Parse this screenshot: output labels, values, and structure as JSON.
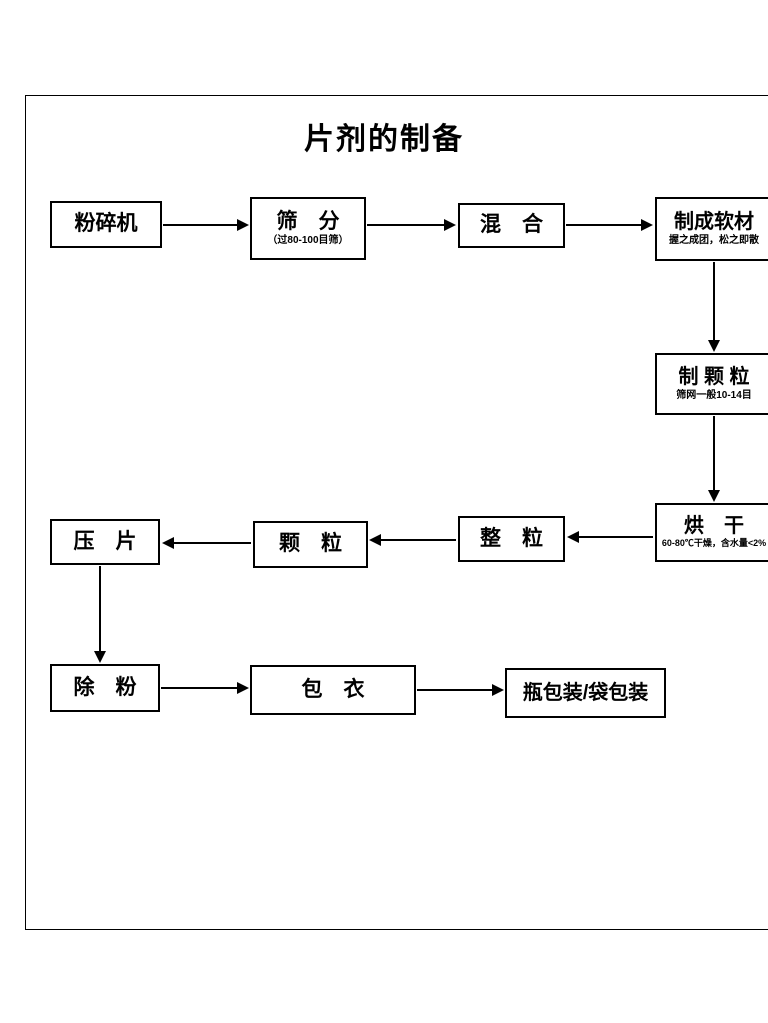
{
  "page": {
    "title": "片剂的制备"
  },
  "colors": {
    "line": "#000000",
    "background": "#ffffff",
    "text": "#000000"
  },
  "nodes": {
    "crusher": {
      "label": "粉碎机"
    },
    "sieving": {
      "label": "筛　分",
      "sub": "（过80-100目筛）"
    },
    "mixing": {
      "label": "混　合"
    },
    "soft_material": {
      "label": "制成软材",
      "sub": "握之成团，松之即散"
    },
    "granulation": {
      "label": "制 颗 粒",
      "sub": "筛网一般10-14目"
    },
    "drying": {
      "label": "烘　干",
      "sub": "60-80℃干燥，含水量<2%"
    },
    "granule_sizing": {
      "label": "整　粒"
    },
    "granules": {
      "label": "颗　粒"
    },
    "tableting": {
      "label": "压　片"
    },
    "dedusting": {
      "label": "除　粉"
    },
    "coating": {
      "label": "包　衣"
    },
    "packaging": {
      "label": "瓶包装/袋包装"
    }
  },
  "edges": [
    {
      "from": "crusher",
      "to": "sieving"
    },
    {
      "from": "sieving",
      "to": "mixing"
    },
    {
      "from": "mixing",
      "to": "soft_material"
    },
    {
      "from": "soft_material",
      "to": "granulation"
    },
    {
      "from": "granulation",
      "to": "drying"
    },
    {
      "from": "drying",
      "to": "granule_sizing"
    },
    {
      "from": "granule_sizing",
      "to": "granules"
    },
    {
      "from": "granules",
      "to": "tableting"
    },
    {
      "from": "tableting",
      "to": "dedusting"
    },
    {
      "from": "dedusting",
      "to": "coating"
    },
    {
      "from": "coating",
      "to": "packaging"
    }
  ]
}
